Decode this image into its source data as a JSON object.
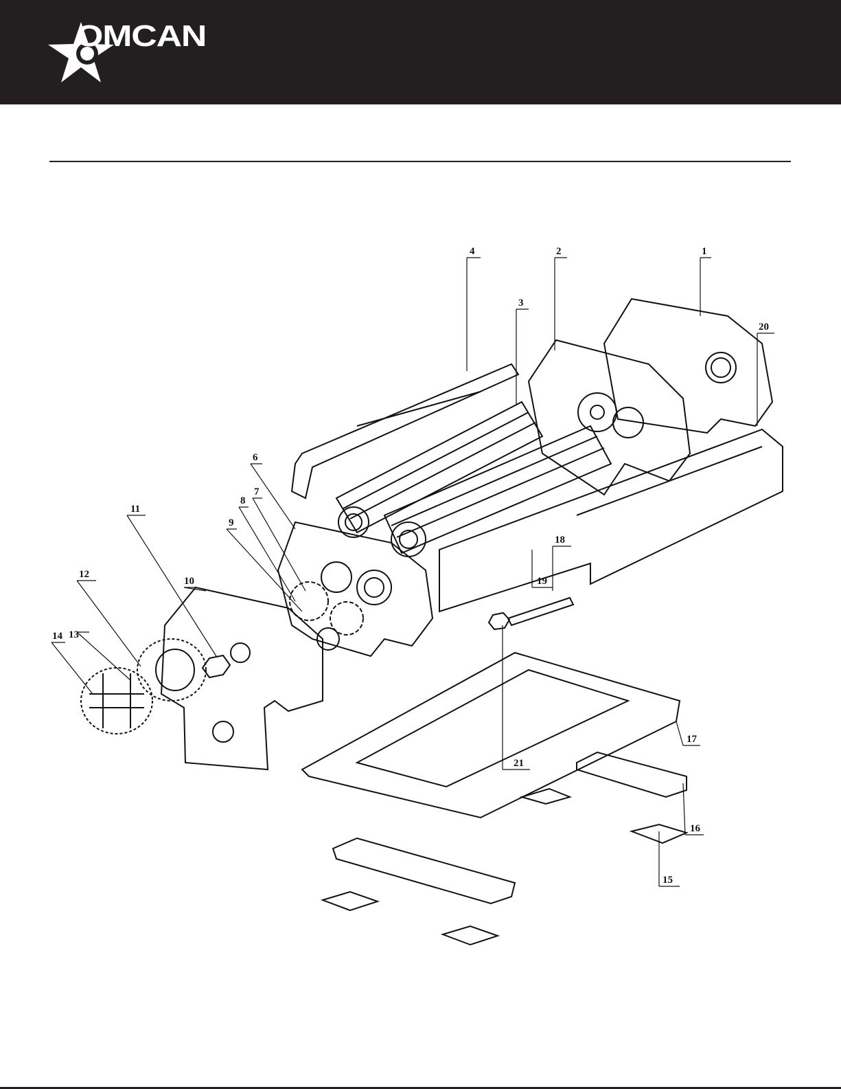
{
  "brand": {
    "name": "OMCAN",
    "header_color": "#231f20"
  },
  "diagram": {
    "callouts": [
      {
        "id": "c1",
        "label": "1"
      },
      {
        "id": "c2",
        "label": "2"
      },
      {
        "id": "c3",
        "label": "3"
      },
      {
        "id": "c4",
        "label": "4"
      },
      {
        "id": "c6",
        "label": "6"
      },
      {
        "id": "c7",
        "label": "7"
      },
      {
        "id": "c8",
        "label": "8"
      },
      {
        "id": "c9",
        "label": "9"
      },
      {
        "id": "c10",
        "label": "10"
      },
      {
        "id": "c11",
        "label": "11"
      },
      {
        "id": "c12",
        "label": "12"
      },
      {
        "id": "c13",
        "label": "13"
      },
      {
        "id": "c14",
        "label": "14"
      },
      {
        "id": "c15",
        "label": "15"
      },
      {
        "id": "c16",
        "label": "16"
      },
      {
        "id": "c17",
        "label": "17"
      },
      {
        "id": "c18",
        "label": "18"
      },
      {
        "id": "c19",
        "label": "19"
      },
      {
        "id": "c20",
        "label": "20"
      },
      {
        "id": "c21",
        "label": "21"
      }
    ]
  }
}
